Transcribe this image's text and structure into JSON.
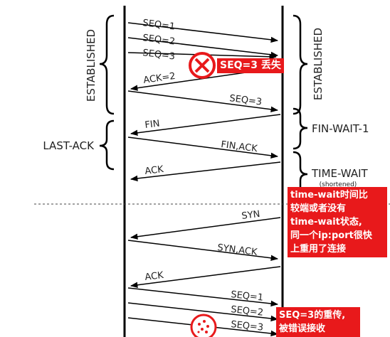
{
  "states": {
    "left_established": "ESTABLISHED",
    "right_established": "ESTABLISHED",
    "last_ack": "LAST-ACK",
    "fin_wait_1": "FIN-WAIT-1",
    "time_wait": "TIME-WAIT",
    "shortened": "(shortened)"
  },
  "messages": {
    "seq1": "SEQ=1",
    "seq2": "SEQ=2",
    "seq3": "SEQ=3",
    "ack2": "ACK=2",
    "seq3_retx": "SEQ=3",
    "fin": "FIN",
    "fin_ack": "FIN,ACK",
    "ack": "ACK",
    "syn": "SYN",
    "syn_ack": "SYN,ACK",
    "ack_new": "ACK",
    "new_seq1": "SEQ=1",
    "new_seq2": "SEQ=2",
    "new_seq3": "SEQ=3"
  },
  "annotations": {
    "lost": "SEQ=3 丢失",
    "time_wait_note": [
      "time-wait时间比",
      "较端或者没有",
      "time-wait状态,",
      "同一个ip:port很快",
      "上重用了连接"
    ],
    "retransmit_note": [
      "SEQ=3的重传,",
      "被错误接收"
    ]
  },
  "colors": {
    "line": "#000000",
    "accent": "#e8191b",
    "text": "#222222"
  }
}
